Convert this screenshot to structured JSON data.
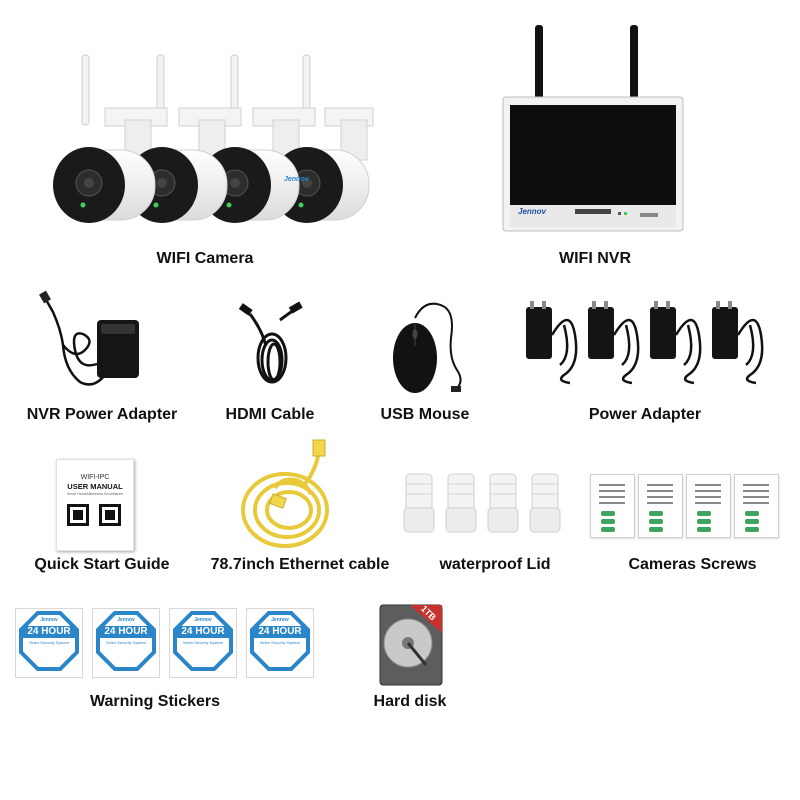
{
  "products": {
    "wifi_camera": {
      "label": "WIFI Camera",
      "brand": "Jennov"
    },
    "wifi_nvr": {
      "label": "WIFI NVR",
      "brand": "Jennov"
    },
    "nvr_power_adapter": {
      "label": "NVR Power Adapter"
    },
    "hdmi_cable": {
      "label": "HDMI Cable"
    },
    "usb_mouse": {
      "label": "USB Mouse"
    },
    "power_adapter": {
      "label": "Power Adapter"
    },
    "quick_start_guide": {
      "label": "Quick Start Guide",
      "cover_line1": "WIFI-IPC",
      "cover_line2": "USER MANUAL",
      "cover_line3": "Smart Home&Business Surveillance"
    },
    "ethernet_cable": {
      "label": "78.7inch Ethernet cable"
    },
    "waterproof_lid": {
      "label": "waterproof Lid"
    },
    "camera_screws": {
      "label": "Cameras Screws"
    },
    "warning_stickers": {
      "label": "Warning Stickers",
      "brand": "Jennov",
      "main_text": "24 HOUR",
      "sub_text": "Video Security System"
    },
    "hard_disk": {
      "label": "Hard disk",
      "capacity": "1TB"
    }
  },
  "colors": {
    "sticker_blue": "#2a86c9",
    "ethernet_yellow": "#e8c93a",
    "hdd_red": "#c8322e",
    "screw_green": "#3da55c"
  }
}
